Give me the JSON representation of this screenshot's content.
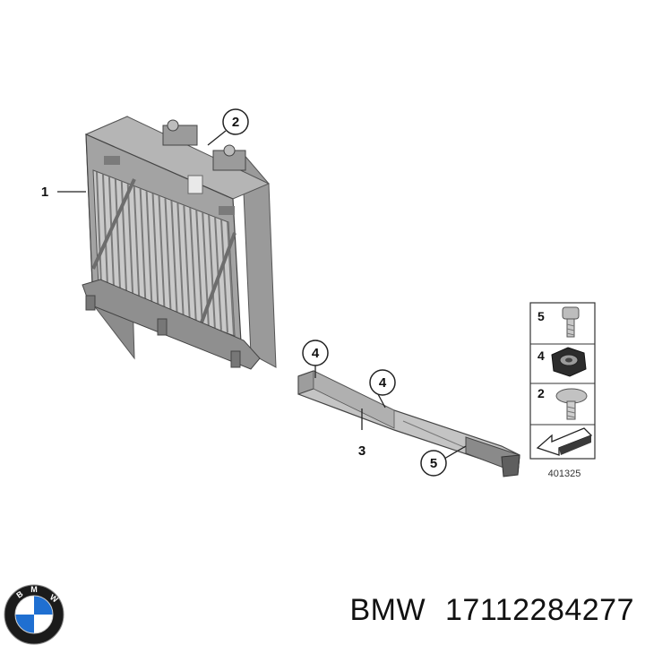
{
  "callouts": {
    "c1": "1",
    "c2": "2",
    "c3": "3",
    "c4a": "4",
    "c4b": "4",
    "c5": "5"
  },
  "legend": {
    "rows": [
      {
        "number": "5",
        "part": "bolt-icon"
      },
      {
        "number": "4",
        "part": "nut-icon"
      },
      {
        "number": "2",
        "part": "screw-icon"
      }
    ],
    "arrow": "arrow-icon"
  },
  "diagram_id": "401325",
  "caption": {
    "brand": "BMW",
    "part_number": "17112284277"
  },
  "logo": {
    "letters": "BMW",
    "colors": {
      "ring": "#1b1b1b",
      "blue": "#1f6fd1",
      "white": "#ffffff"
    }
  }
}
